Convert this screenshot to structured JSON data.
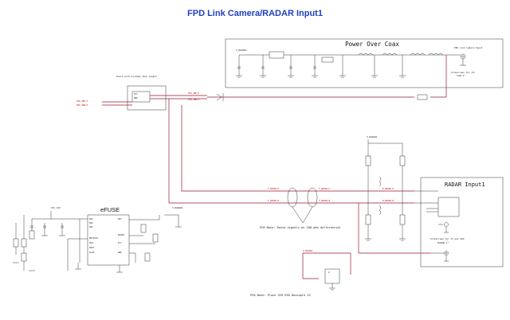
{
  "title": "FPD Link Camera/RADAR Input1",
  "poc": {
    "title": "Power Over Coax",
    "connector_title": "FPD Link Camera Input",
    "silkscreen": "Silkscreen for J4:",
    "silkscreen2": "\"CAM 1\""
  },
  "stub_note": "Place with minimum stub length",
  "pcb_note": "PCB Note:  Route signals as 100-ohm differential",
  "esd_note": "PCB Note:  Place SIR ESD Decouple IS",
  "radar": {
    "title": "RADAR Input1",
    "silkscreen": "Silkscreen for J3 and J22:",
    "silkscreen2": "\"RADAR 1\""
  },
  "efuse": {
    "title": "eFUSE"
  },
  "nets": {
    "vpoc": "V_RADAR1",
    "fpd_pos": "FPD_INP_P",
    "fpd_neg": "FPD_INN_P",
    "radar_p": "F_RADAR_P",
    "radar_n": "F_RADAR_N",
    "rdr_out_p": "R_RADAR_P",
    "rdr_out_n": "R_RADAR_N",
    "vcc": "VCC_12V",
    "gnd_out": "V_RADAR1"
  },
  "colors": {
    "title": "#1f3fc4",
    "wire": "#9a1a2e",
    "component": "#222222",
    "net_label": "#c00000"
  }
}
